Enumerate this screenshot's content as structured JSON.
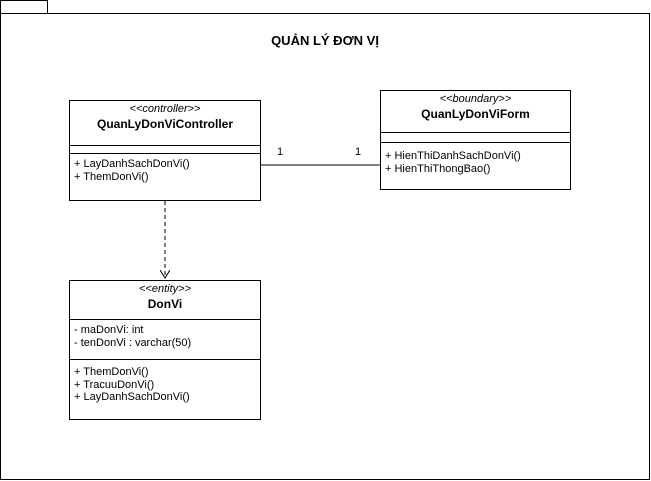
{
  "package": {
    "title": "QUẢN LÝ ĐƠN VỊ"
  },
  "classes": {
    "controller": {
      "stereotype": "<<controller>>",
      "name": "QuanLyDonViController",
      "attributes": [],
      "methods": [
        "+  LayDanhSachDonVi()",
        "+ ThemDonVi()"
      ]
    },
    "boundary": {
      "stereotype": "<<boundary>>",
      "name": "QuanLyDonViForm",
      "attributes": [],
      "methods": [
        "+ HienThiDanhSachDonVi()",
        "+ HienThiThongBao()"
      ]
    },
    "entity": {
      "stereotype": "<<entity>>",
      "name": "DonVi",
      "attributes": [
        "- maDonVi: int",
        "- tenDonVi : varchar(50)"
      ],
      "methods": [
        "+ ThemDonVi()",
        "+ TracuuDonVi()",
        "+ LayDanhSachDonVi()"
      ]
    }
  },
  "relations": {
    "association": {
      "source_multiplicity": "1",
      "target_multiplicity": "1"
    }
  }
}
